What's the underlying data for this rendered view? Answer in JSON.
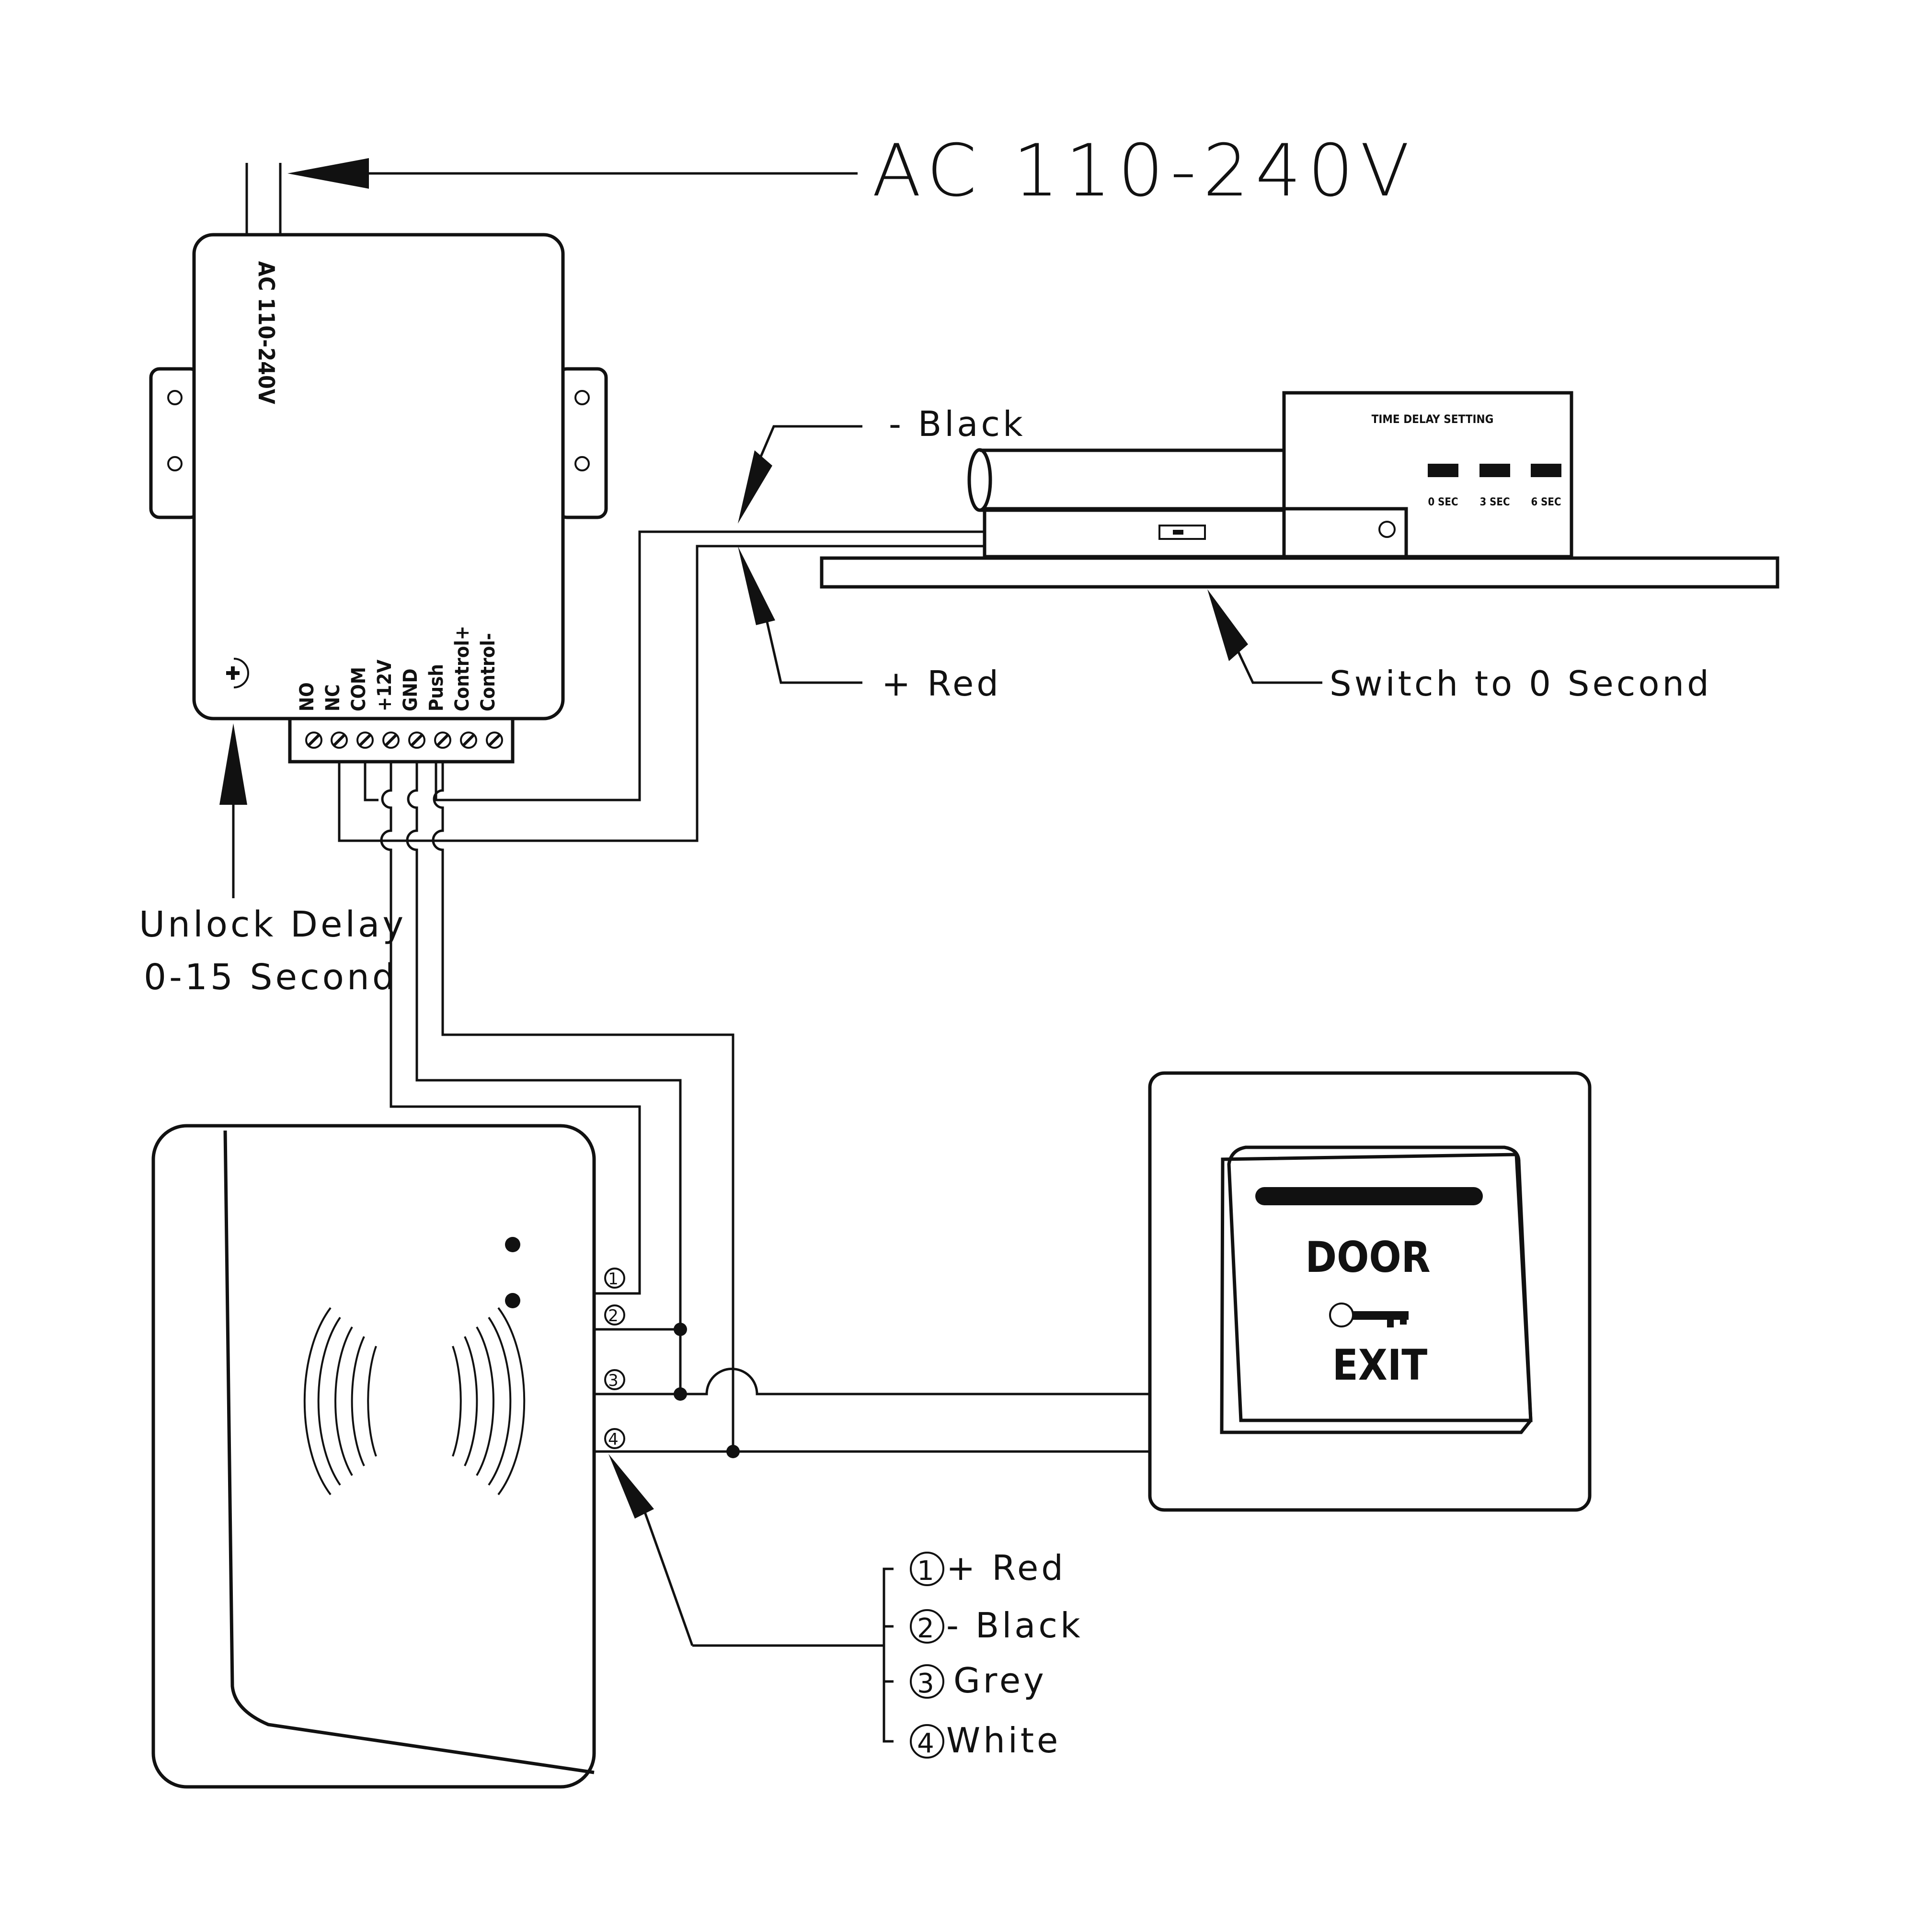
{
  "power_label": "AC 110-240V",
  "controller": {
    "side_label": "AC 110-240V",
    "terminals": [
      "NO",
      "NC",
      "COM",
      "+12V",
      "GND",
      "Push",
      "Control+",
      "Control-"
    ]
  },
  "callouts": {
    "unlock_delay_line1": "Unlock Delay",
    "unlock_delay_line2": "0-15 Second",
    "black_wire": "- Black",
    "red_wire": "+ Red",
    "switch_setting": "Switch to 0 Second"
  },
  "lock": {
    "delay_title": "TIME DELAY SETTING",
    "delay_options": [
      "0 SEC",
      "3 SEC",
      "6 SEC"
    ]
  },
  "reader": {
    "pin_numbers": [
      "1",
      "2",
      "3",
      "4"
    ]
  },
  "exit_button": {
    "line1": "DOOR",
    "line2": "EXIT"
  },
  "legend": [
    {
      "num": "1",
      "text": "+ Red"
    },
    {
      "num": "2",
      "text": "- Black"
    },
    {
      "num": "3",
      "text": "Grey"
    },
    {
      "num": "4",
      "text": "White"
    }
  ]
}
